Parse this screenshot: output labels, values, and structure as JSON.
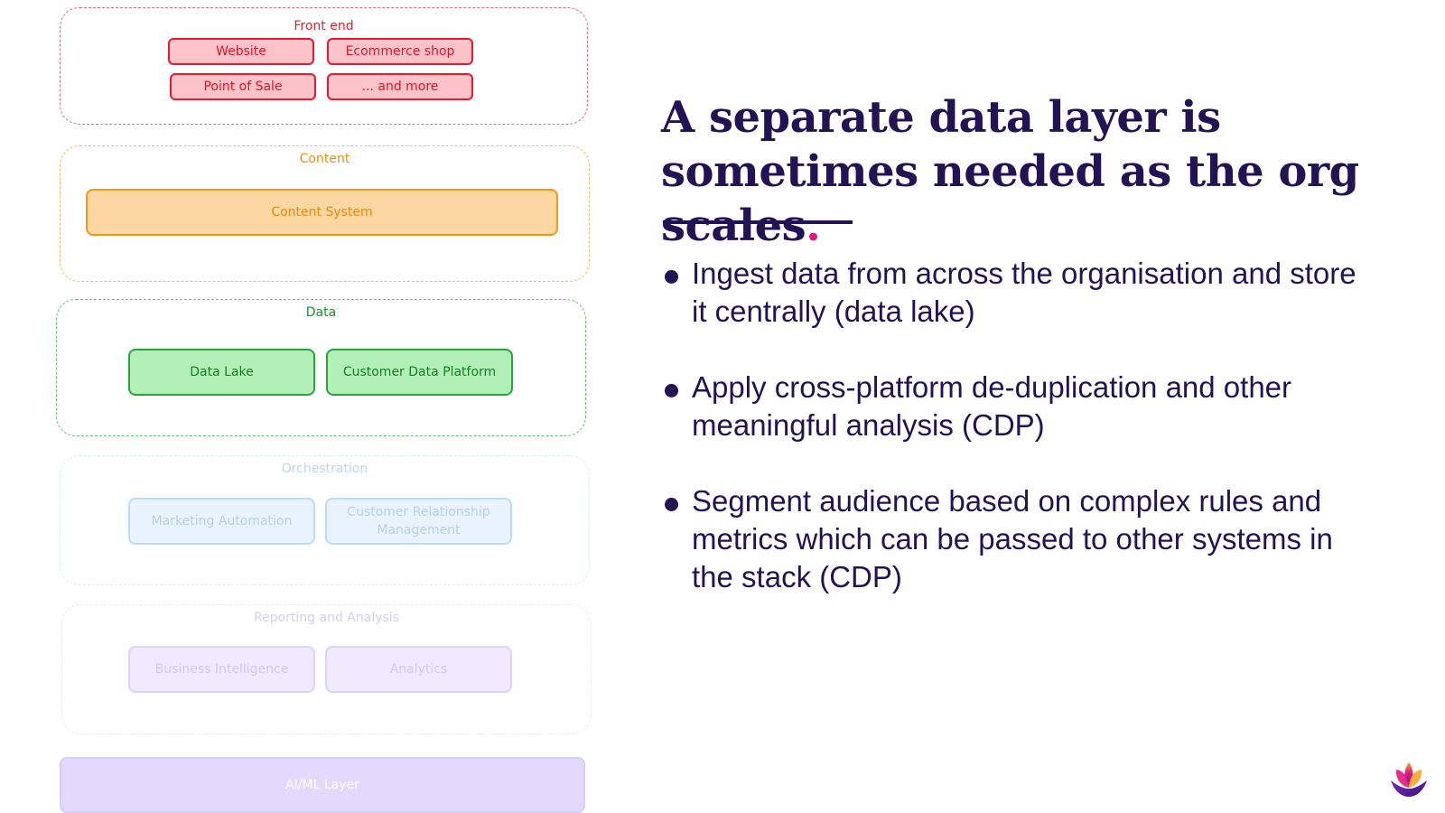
{
  "diagram": {
    "layers": [
      {
        "title": "Front end",
        "nodes": [
          "Website",
          "Ecommerce shop",
          "Point of Sale",
          "... and more"
        ]
      },
      {
        "title": "Content",
        "nodes": [
          "Content System"
        ]
      },
      {
        "title": "Data",
        "nodes": [
          "Data Lake",
          "Customer Data Platform"
        ]
      },
      {
        "title": "Orchestration",
        "nodes": [
          "Marketing Automation",
          "Customer Relationship\nManagement"
        ]
      },
      {
        "title": "Reporting and Analysis",
        "nodes": [
          "Business Intelligence",
          "Analytics"
        ]
      }
    ],
    "bottom_bar": "AI/ML Layer"
  },
  "slide": {
    "headline": "A separate data layer is sometimes needed as the org scales",
    "headline_punct": ".",
    "bullets": [
      "Ingest data from across the organisation and store it centrally (data lake)",
      "Apply cross-platform de-duplication and other meaningful analysis (CDP)",
      "Segment audience based on complex rules and metrics which can be passed to other systems in the stack (CDP)"
    ]
  },
  "colors": {
    "text_primary": "#221454",
    "accent_pink": "#e0197d",
    "frontend": "#e8192f",
    "content": "#f0981a",
    "data": "#29a43a",
    "orchestration": "#bcdcf6",
    "reporting": "#ddd3f8",
    "aiml": "#e2dafc"
  },
  "icons": [
    "lotus-logo-icon"
  ]
}
